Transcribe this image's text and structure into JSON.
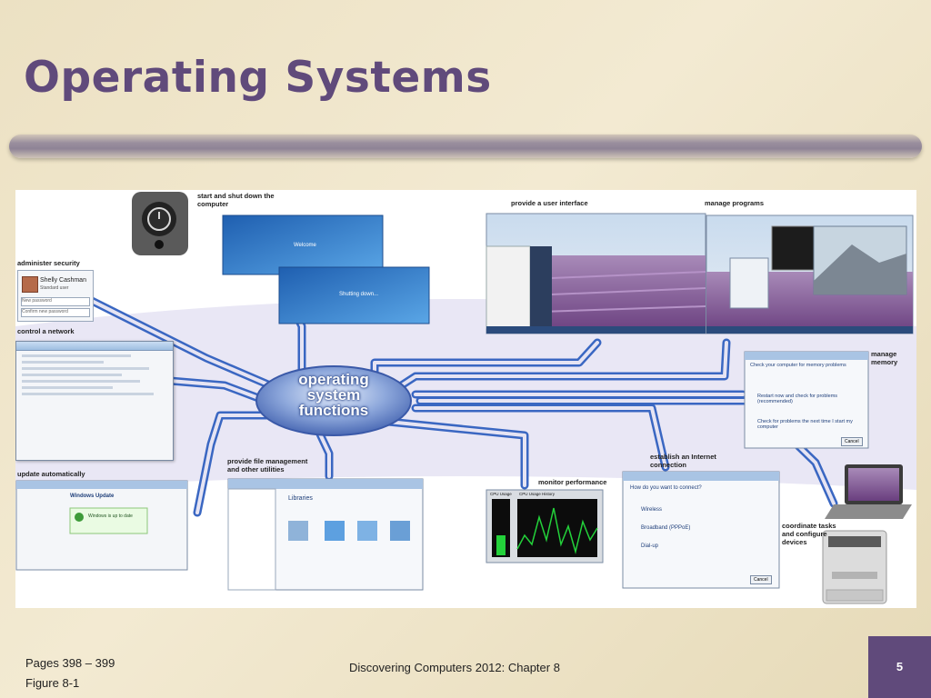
{
  "slide": {
    "title": "Operating Systems",
    "title_color": "#604a7b",
    "pages": "Pages 398 – 399",
    "figure_ref": "Figure 8-1",
    "footer_center": "Discovering Computers 2012: Chapter 8",
    "page_number": "5"
  },
  "diagram": {
    "center_label_lines": [
      "operating",
      "system",
      "functions"
    ],
    "labels": {
      "start_shutdown": "start and shut down the computer",
      "user_interface": "provide a user interface",
      "manage_programs": "manage programs",
      "administer_security": "administer security",
      "control_network": "control a network",
      "manage_memory": "manage memory",
      "update_automatically": "update automatically",
      "file_management": "provide file management and other utilities",
      "monitor_performance": "monitor performance",
      "internet_connection": "establish an Internet connection",
      "coordinate_tasks": "coordinate tasks and configure devices"
    },
    "screens": {
      "welcome": "Welcome",
      "shutting_down": "Shutting down...",
      "user_name": "Shelly Cashman",
      "user_role": "Standard user",
      "new_password": "New password",
      "confirm_password": "Confirm new password",
      "memory_title": "Check your computer for memory problems",
      "memory_opt1": "Restart now and check for problems (recommended)",
      "memory_opt2": "Check for problems the next time I start my computer",
      "cancel": "Cancel",
      "connect_title": "How do you want to connect?",
      "conn_wireless": "Wireless",
      "conn_broadband": "Broadband (PPPoE)",
      "conn_dialup": "Dial-up",
      "update_title": "Windows Update",
      "update_status": "Windows is up to date",
      "cpu_usage": "CPU Usage",
      "cpu_history": "CPU Usage History",
      "libraries": "Libraries"
    },
    "colors": {
      "pipe": "#3a67c2",
      "pipe_fill": "#e6e4f3",
      "lavender": "#8a5fa0",
      "sky": "#a8c9e8"
    }
  }
}
